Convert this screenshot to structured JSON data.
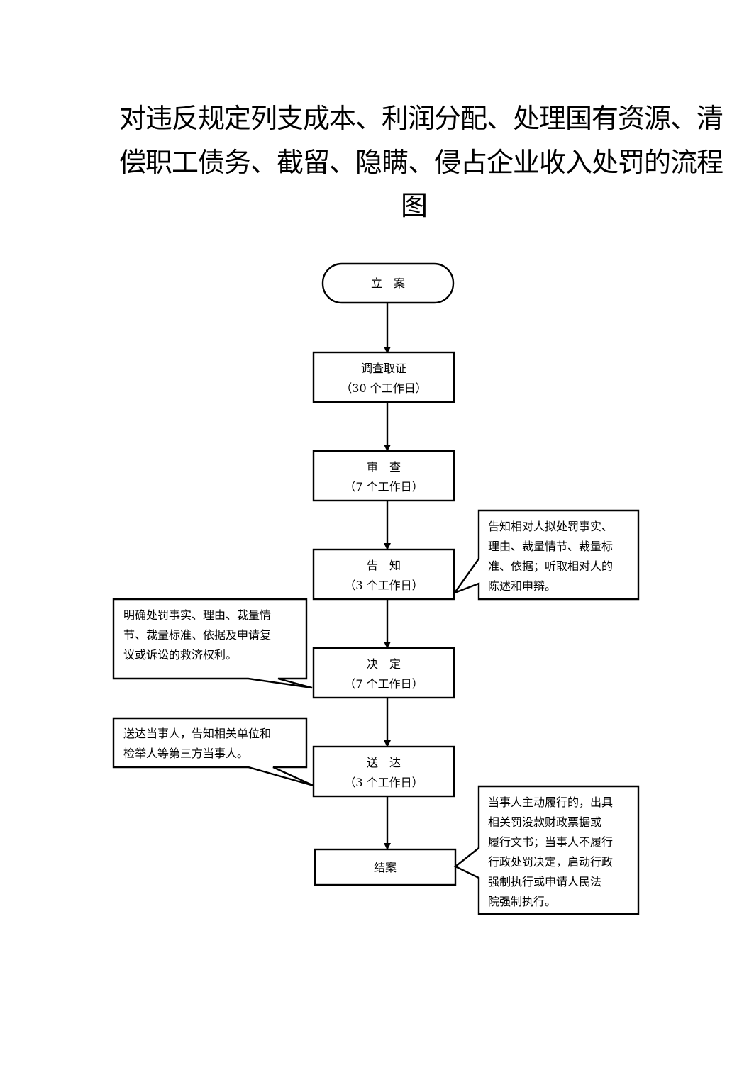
{
  "title": {
    "line1": "对违反规定列支成本、利润分配、处理国有资源、清",
    "line2": "偿职工债务、截留、隐瞒、侵占企业收入处罚的流程",
    "line3": "图"
  },
  "steps": [
    {
      "label": "立　案"
    },
    {
      "label": "调查取证",
      "duration": "（30 个工作日）"
    },
    {
      "label": "审　查",
      "duration": "（7 个工作日）"
    },
    {
      "label": "告　知",
      "duration": "（3 个工作日）"
    },
    {
      "label": "决　定",
      "duration": "（7 个工作日）"
    },
    {
      "label": "送　达",
      "duration": "（3 个工作日）"
    },
    {
      "label": "结案"
    }
  ],
  "notes": {
    "notify": [
      "告知相对人拟处罚事实、",
      "理由、裁量情节、裁量标",
      "准、依据；听取相对人的",
      "陈述和申辩。"
    ],
    "decide": [
      "明确处罚事实、理由、裁量情",
      "节、裁量标准、依据及申请复",
      "议或诉讼的救济权利。"
    ],
    "deliver": [
      "送达当事人，告知相关单位和",
      "检举人等第三方当事人。"
    ],
    "close": [
      "当事人主动履行的，出具",
      "相关罚没款财政票据或",
      "履行文书；当事人不履行",
      "行政处罚决定，启动行政",
      "强制执行或申请人民法",
      "院强制执行。"
    ]
  }
}
